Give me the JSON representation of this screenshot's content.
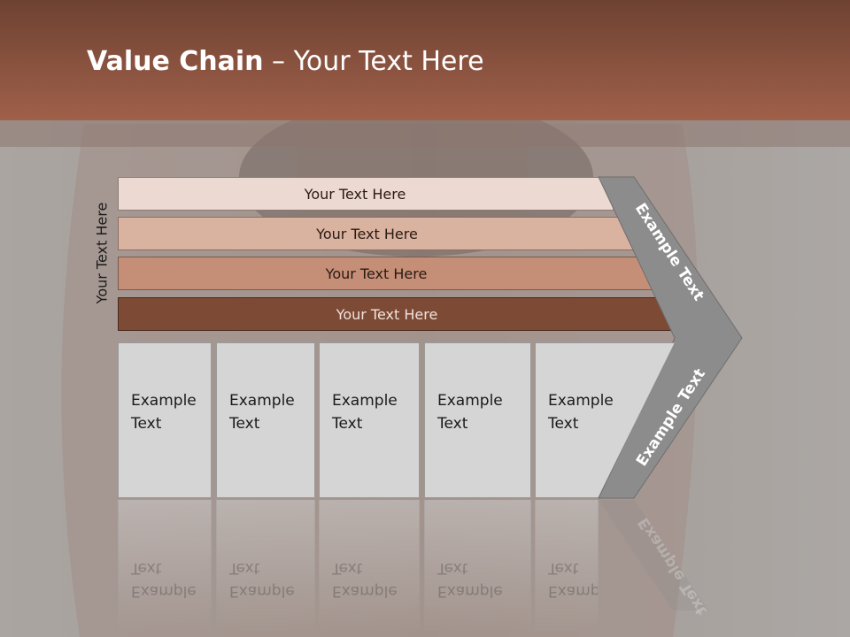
{
  "title": {
    "bold": "Value Chain",
    "rest": " – Your Text Here"
  },
  "side_label": "Your Text Here",
  "bars": [
    "Your Text Here",
    "Your Text Here",
    "Your Text Here",
    "Your Text Here"
  ],
  "boxes": [
    {
      "line1": "Example",
      "line2": "Text"
    },
    {
      "line1": "Example",
      "line2": "Text"
    },
    {
      "line1": "Example",
      "line2": "Text"
    },
    {
      "line1": "Example",
      "line2": "Text"
    },
    {
      "line1": "Example",
      "line2": "Text"
    }
  ],
  "chevron": {
    "upper": "Example Text",
    "lower": "Example Text"
  },
  "colors": {
    "header": "#8a4e3c",
    "bar1": "#ecdad2",
    "bar2": "#dab2a0",
    "bar3": "#c58e76",
    "bar4": "#7d4a36",
    "chevron": "#8c8c8c"
  }
}
